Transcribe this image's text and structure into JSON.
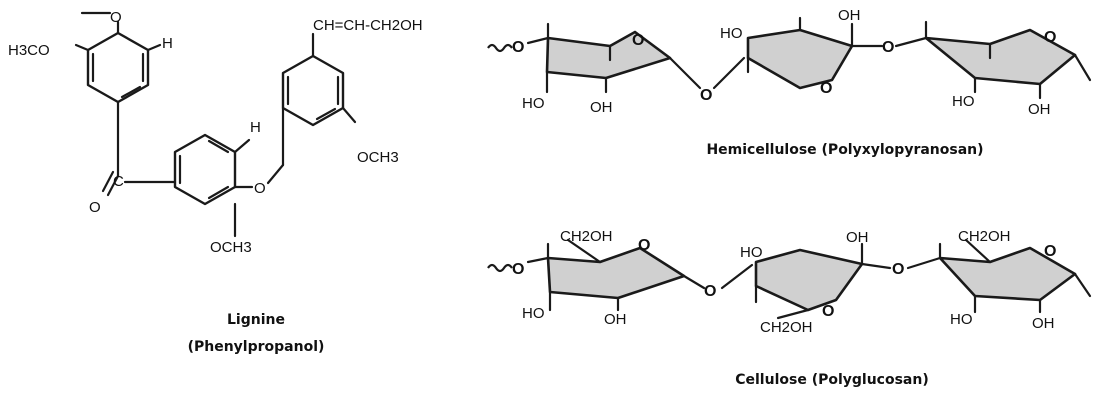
{
  "lignin": {
    "caption_line1": "Lignine",
    "caption_line2": "(Phenylpropanol)",
    "labels": {
      "o_top": "O",
      "h3co": "H3CO",
      "h_top": "H",
      "side_chain": "CH=CH-CH2OH",
      "h_mid": "H",
      "carbonyl_c": "C",
      "carbonyl_o": "O",
      "ether_o": "O",
      "och3_right": "OCH3",
      "och3_bottom": "OCH3"
    }
  },
  "hemicellulose": {
    "caption": "Hemicellulose (Polyxylopyranosan)",
    "labels": {
      "o_start": "O",
      "ring1_o": "O",
      "ho1": "HO",
      "oh1": "OH",
      "link1": "O",
      "ho2": "HO",
      "oh2_top": "OH",
      "ring2_o": "O",
      "link2": "O",
      "ring3_o": "O",
      "ho3": "HO",
      "oh3": "OH"
    }
  },
  "cellulose": {
    "caption": "Cellulose (Polyglucosan)",
    "labels": {
      "o_start": "O",
      "ch2oh1": "CH2OH",
      "ring1_o": "O",
      "ho1": "HO",
      "oh1": "OH",
      "link1": "O",
      "ho2": "HO",
      "oh2_top": "OH",
      "ring2_o": "O",
      "ch2oh2": "CH2OH",
      "link2": "O",
      "ch2oh3": "CH2OH",
      "ring3_o": "O",
      "ho3": "HO",
      "oh3": "OH"
    }
  }
}
